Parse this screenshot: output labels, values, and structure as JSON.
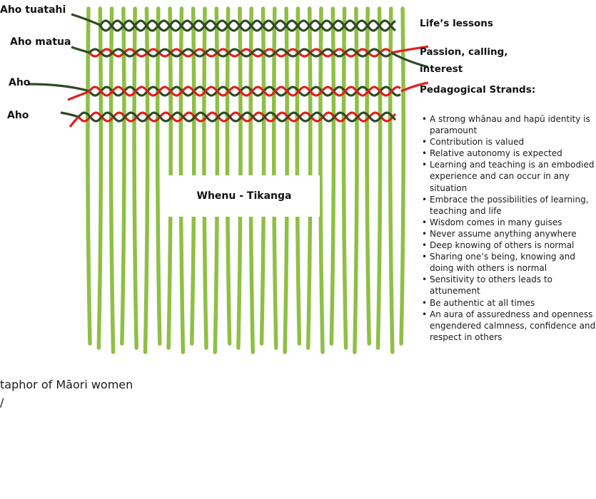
{
  "diagram": {
    "left_labels": {
      "aho_tuatahi": "Aho tuatahi",
      "aho_matua": "Aho matua",
      "aho_1": "Aho",
      "aho_2": "Aho"
    },
    "center_label": "Whenu - Tikanga",
    "right": {
      "lifes_lessons": "Life’s lessons",
      "passion": "Passion, calling, interest",
      "pedagogical_heading": "Pedagogical Strands:",
      "strands": [
        "A strong whānau and hapū identity is paramount",
        "Contribution is valued",
        "Relative autonomy is expected",
        "Learning and teaching is an embodied experience and can occur in any situation",
        "Embrace the possibilities of learning, teaching and life",
        "Wisdom comes in many guises",
        "Never assume anything anywhere",
        "Deep knowing of others is normal",
        "Sharing one’s being, knowing and doing with others is normal",
        "Sensitivity to others leads to attunement",
        "Be authentic at all times",
        "An aura of assuredness and openness engendered calmness, confidence and respect in others"
      ]
    },
    "caption": {
      "line1": "taphor of Māori women",
      "line2": "/"
    },
    "colors": {
      "whenu_green": "#8fbf45",
      "aho_dark_green": "#2f4a26",
      "aho_red": "#e0201a"
    }
  }
}
